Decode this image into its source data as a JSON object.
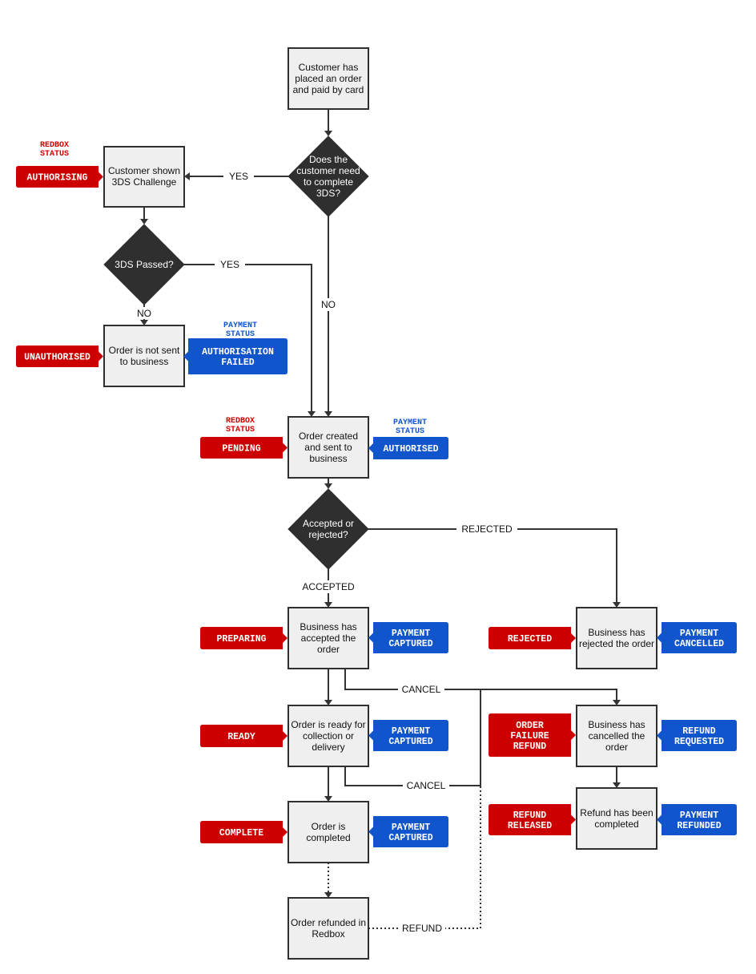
{
  "colors": {
    "redbox": "#cc0000",
    "payment": "#1155cc",
    "process_fill": "#efefef",
    "decision_fill": "#2f2f2f"
  },
  "captions": {
    "redbox_status_1": [
      "REDBOX",
      "STATUS"
    ],
    "payment_status_1": [
      "PAYMENT",
      "STATUS"
    ],
    "redbox_status_2": [
      "REDBOX",
      "STATUS"
    ],
    "payment_status_2": [
      "PAYMENT",
      "STATUS"
    ]
  },
  "nodes": {
    "placed_order": [
      "Customer has",
      "placed an order",
      "and paid by card"
    ],
    "need_3ds": [
      "Does the",
      "customer need",
      "to complete",
      "3DS?"
    ],
    "shown_3ds": [
      "Customer shown",
      "3DS Challenge"
    ],
    "passed_3ds": [
      "3DS Passed?"
    ],
    "not_sent": [
      "Order is not sent",
      "to business"
    ],
    "order_created": [
      "Order created",
      "and sent to",
      "business"
    ],
    "accepted_or_rejected": [
      "Accepted or",
      "rejected?"
    ],
    "accepted": [
      "Business has",
      "accepted the",
      "order"
    ],
    "rejected": [
      "Business has",
      "rejected the order"
    ],
    "ready": [
      "Order is ready for",
      "collection or",
      "delivery"
    ],
    "cancelled": [
      "Business has",
      "cancelled the",
      "order"
    ],
    "completed": [
      "Order is",
      "completed"
    ],
    "refund_completed": [
      "Refund has been",
      "completed"
    ],
    "refunded_in_redbox": [
      "Order refunded in",
      "Redbox"
    ]
  },
  "edge_labels": {
    "yes_1": "YES",
    "no_1": "NO",
    "yes_2": "YES",
    "no_2": "NO",
    "rejected": "REJECTED",
    "accepted": "ACCEPTED",
    "cancel_1": "CANCEL",
    "cancel_2": "CANCEL",
    "refund": "REFUND"
  },
  "redbox_tags": {
    "authorising": [
      "AUTHORISING"
    ],
    "unauthorised": [
      "UNAUTHORISED"
    ],
    "pending": [
      "PENDING"
    ],
    "preparing": [
      "PREPARING"
    ],
    "rejected": [
      "REJECTED"
    ],
    "ready": [
      "READY"
    ],
    "order_failure_refund": [
      "ORDER",
      "FAILURE",
      "REFUND"
    ],
    "complete": [
      "COMPLETE"
    ],
    "refund_released": [
      "REFUND",
      "RELEASED"
    ]
  },
  "payment_tags": {
    "authorisation_failed": [
      "AUTHORISATION",
      "FAILED"
    ],
    "authorised": [
      "AUTHORISED"
    ],
    "captured_1": [
      "PAYMENT",
      "CAPTURED"
    ],
    "cancelled": [
      "PAYMENT",
      "CANCELLED"
    ],
    "captured_2": [
      "PAYMENT",
      "CAPTURED"
    ],
    "refund_requested": [
      "REFUND",
      "REQUESTED"
    ],
    "captured_3": [
      "PAYMENT",
      "CAPTURED"
    ],
    "refunded": [
      "PAYMENT",
      "REFUNDED"
    ]
  }
}
